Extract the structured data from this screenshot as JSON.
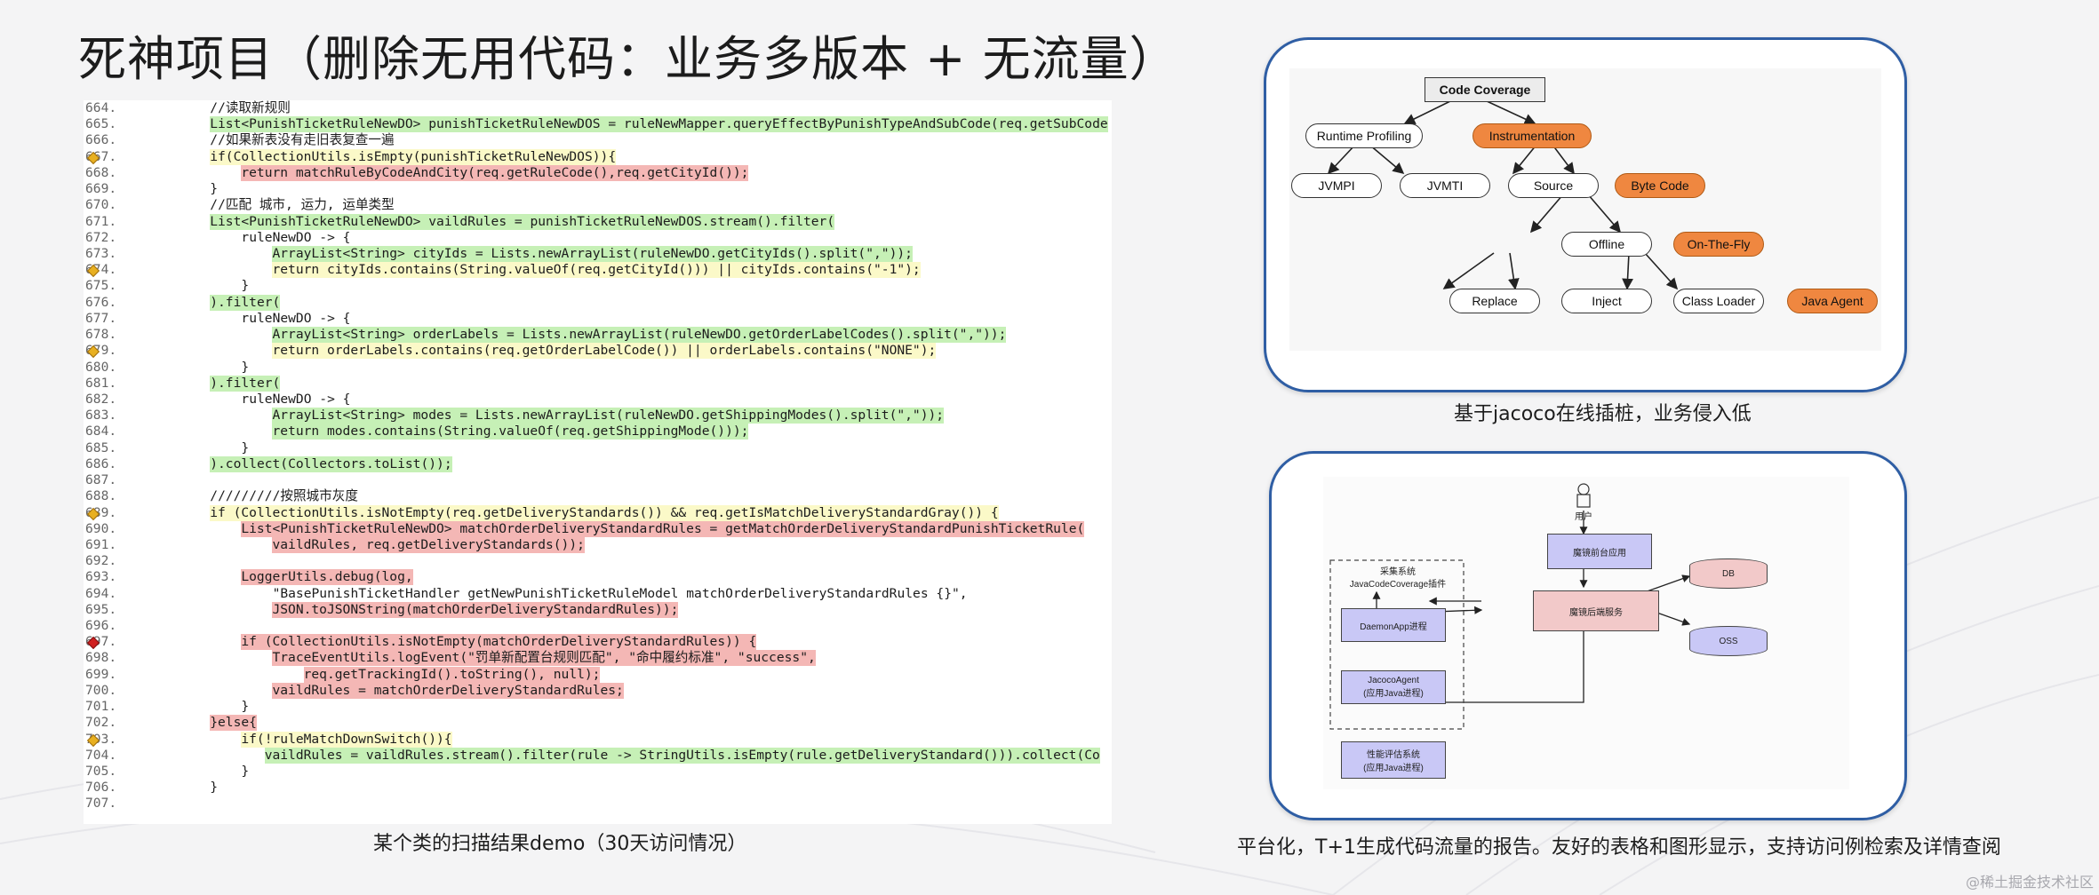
{
  "title": "死神项目（删除无用代码：业务多版本 + 无流量）",
  "code_lines": [
    {
      "n": "664.",
      "hl": "",
      "mark": "",
      "cls": "cmt",
      "t": "        //读取新规则"
    },
    {
      "n": "665.",
      "hl": "g",
      "mark": "",
      "cls": "",
      "t": "        List<PunishTicketRuleNewDO> punishTicketRuleNewDOS = ruleNewMapper.queryEffectByPunishTypeAndSubCode(req.getSubCode"
    },
    {
      "n": "666.",
      "hl": "",
      "mark": "",
      "cls": "cmt",
      "t": "        //如果新表没有走旧表复查一遍"
    },
    {
      "n": "667.",
      "hl": "y",
      "mark": "y",
      "cls": "",
      "t": "        if(CollectionUtils.isEmpty(punishTicketRuleNewDOS)){"
    },
    {
      "n": "668.",
      "hl": "r",
      "mark": "",
      "cls": "",
      "t": "            return matchRuleByCodeAndCity(req.getRuleCode(),req.getCityId());"
    },
    {
      "n": "669.",
      "hl": "",
      "mark": "",
      "cls": "",
      "t": "        }"
    },
    {
      "n": "670.",
      "hl": "",
      "mark": "",
      "cls": "cmt",
      "t": "        //匹配 城市, 运力, 运单类型"
    },
    {
      "n": "671.",
      "hl": "g",
      "mark": "",
      "cls": "",
      "t": "        List<PunishTicketRuleNewDO> vaildRules = punishTicketRuleNewDOS.stream().filter("
    },
    {
      "n": "672.",
      "hl": "",
      "mark": "",
      "cls": "",
      "t": "            ruleNewDO -> {"
    },
    {
      "n": "673.",
      "hl": "g",
      "mark": "",
      "cls": "",
      "t": "                ArrayList<String> cityIds = Lists.newArrayList(ruleNewDO.getCityIds().split(\",\"));"
    },
    {
      "n": "674.",
      "hl": "y",
      "mark": "y",
      "cls": "",
      "t": "                return cityIds.contains(String.valueOf(req.getCityId())) || cityIds.contains(\"-1\");"
    },
    {
      "n": "675.",
      "hl": "",
      "mark": "",
      "cls": "",
      "t": "            }"
    },
    {
      "n": "676.",
      "hl": "g",
      "mark": "",
      "cls": "",
      "t": "        ).filter("
    },
    {
      "n": "677.",
      "hl": "",
      "mark": "",
      "cls": "",
      "t": "            ruleNewDO -> {"
    },
    {
      "n": "678.",
      "hl": "g",
      "mark": "",
      "cls": "",
      "t": "                ArrayList<String> orderLabels = Lists.newArrayList(ruleNewDO.getOrderLabelCodes().split(\",\"));"
    },
    {
      "n": "679.",
      "hl": "y",
      "mark": "y",
      "cls": "",
      "t": "                return orderLabels.contains(req.getOrderLabelCode()) || orderLabels.contains(\"NONE\");"
    },
    {
      "n": "680.",
      "hl": "",
      "mark": "",
      "cls": "",
      "t": "            }"
    },
    {
      "n": "681.",
      "hl": "g",
      "mark": "",
      "cls": "",
      "t": "        ).filter("
    },
    {
      "n": "682.",
      "hl": "",
      "mark": "",
      "cls": "",
      "t": "            ruleNewDO -> {"
    },
    {
      "n": "683.",
      "hl": "g",
      "mark": "",
      "cls": "",
      "t": "                ArrayList<String> modes = Lists.newArrayList(ruleNewDO.getShippingModes().split(\",\"));"
    },
    {
      "n": "684.",
      "hl": "g",
      "mark": "",
      "cls": "",
      "t": "                return modes.contains(String.valueOf(req.getShippingMode()));"
    },
    {
      "n": "685.",
      "hl": "",
      "mark": "",
      "cls": "",
      "t": "            }"
    },
    {
      "n": "686.",
      "hl": "g",
      "mark": "",
      "cls": "",
      "t": "        ).collect(Collectors.toList());"
    },
    {
      "n": "687.",
      "hl": "",
      "mark": "",
      "cls": "",
      "t": ""
    },
    {
      "n": "688.",
      "hl": "",
      "mark": "",
      "cls": "cmt",
      "t": "        /////////按照城市灰度"
    },
    {
      "n": "689.",
      "hl": "y",
      "mark": "y",
      "cls": "",
      "t": "        if (CollectionUtils.isNotEmpty(req.getDeliveryStandards()) && req.getIsMatchDeliveryStandardGray()) {"
    },
    {
      "n": "690.",
      "hl": "r",
      "mark": "",
      "cls": "",
      "t": "            List<PunishTicketRuleNewDO> matchOrderDeliveryStandardRules = getMatchOrderDeliveryStandardPunishTicketRule("
    },
    {
      "n": "691.",
      "hl": "r",
      "mark": "",
      "cls": "",
      "t": "                vaildRules, req.getDeliveryStandards());"
    },
    {
      "n": "692.",
      "hl": "",
      "mark": "",
      "cls": "",
      "t": ""
    },
    {
      "n": "693.",
      "hl": "r",
      "mark": "",
      "cls": "",
      "t": "            LoggerUtils.debug(log,"
    },
    {
      "n": "694.",
      "hl": "",
      "mark": "",
      "cls": "",
      "t": "                \"BasePunishTicketHandler getNewPunishTicketRuleModel matchOrderDeliveryStandardRules {}\","
    },
    {
      "n": "695.",
      "hl": "r",
      "mark": "",
      "cls": "",
      "t": "                JSON.toJSONString(matchOrderDeliveryStandardRules));"
    },
    {
      "n": "696.",
      "hl": "",
      "mark": "",
      "cls": "",
      "t": ""
    },
    {
      "n": "697.",
      "hl": "r",
      "mark": "r",
      "cls": "",
      "t": "            if (CollectionUtils.isNotEmpty(matchOrderDeliveryStandardRules)) {"
    },
    {
      "n": "698.",
      "hl": "r",
      "mark": "",
      "cls": "",
      "t": "                TraceEventUtils.logEvent(\"罚单新配置台规则匹配\", \"命中履约标准\", \"success\","
    },
    {
      "n": "699.",
      "hl": "r",
      "mark": "",
      "cls": "",
      "t": "                    req.getTrackingId().toString(), null);"
    },
    {
      "n": "700.",
      "hl": "r",
      "mark": "",
      "cls": "",
      "t": "                vaildRules = matchOrderDeliveryStandardRules;"
    },
    {
      "n": "701.",
      "hl": "",
      "mark": "",
      "cls": "",
      "t": "            }"
    },
    {
      "n": "702.",
      "hl": "r",
      "mark": "",
      "cls": "",
      "t": "        }else{"
    },
    {
      "n": "703.",
      "hl": "y",
      "mark": "y",
      "cls": "",
      "t": "            if(!ruleMatchDownSwitch()){"
    },
    {
      "n": "704.",
      "hl": "g",
      "mark": "",
      "cls": "",
      "t": "               vaildRules = vaildRules.stream().filter(rule -> StringUtils.isEmpty(rule.getDeliveryStandard())).collect(Co"
    },
    {
      "n": "705.",
      "hl": "",
      "mark": "",
      "cls": "",
      "t": "            }"
    },
    {
      "n": "706.",
      "hl": "",
      "mark": "",
      "cls": "",
      "t": "        }"
    },
    {
      "n": "707.",
      "hl": "",
      "mark": "",
      "cls": "",
      "t": ""
    }
  ],
  "caption_left": "某个类的扫描结果demo（30天访问情况）",
  "caption_right_top": "基于jacoco在线插桩，业务侵入低",
  "caption_right_bottom": "平台化，T+1生成代码流量的报告。友好的表格和图形显示，支持访问例检索及详情查阅",
  "tree": {
    "root": "Code Coverage",
    "runtime": "Runtime Profiling",
    "instrumentation": "Instrumentation",
    "jvmpi": "JVMPI",
    "jvmti": "JVMTI",
    "source": "Source",
    "bytecode": "Byte Code",
    "offline": "Offline",
    "onthefly": "On-The-Fly",
    "replace": "Replace",
    "inject": "Inject",
    "classloader": "Class Loader",
    "javaagent": "Java Agent"
  },
  "arch": {
    "user": "用户",
    "collect_title": "采集系统",
    "collect_sub": "JavaCodeCoverage插件",
    "daemon": "DaemonApp进程",
    "agent": "JacocoAgent\n(应用Java进程)",
    "perf": "性能评估系统\n(应用Java进程)",
    "frontend": "魔镜前台应用",
    "backend": "魔镜后端服务",
    "db": "DB",
    "oss": "OSS"
  },
  "watermark": "@稀土掘金技术社区",
  "colors": {
    "orange": "#ef8740",
    "card_border": "#2f5ea4",
    "green_hl": "#c6f0b6",
    "red_hl": "#f4b7b5",
    "yellow_hl": "#fbf9c8"
  }
}
